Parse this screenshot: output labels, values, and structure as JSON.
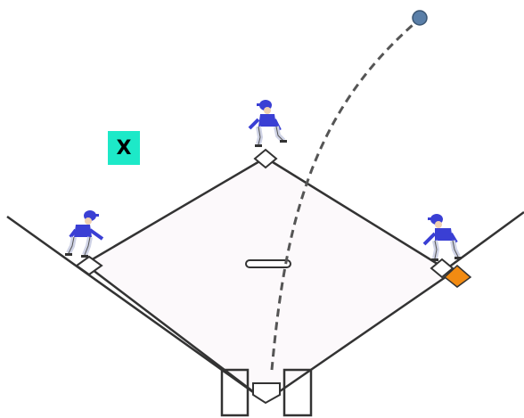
{
  "marker": {
    "label": "X",
    "color": "#1de9c8"
  },
  "colors": {
    "infield": "#fcf9fb",
    "lines": "#333333",
    "flight_path": "#555555",
    "ball": "#5a7fa8",
    "highlight_base": "#f28b12",
    "jersey": "#3a3fd4",
    "pants": "#ffffff"
  },
  "players": [
    {
      "position": "first-base",
      "icon": "fielder-crouching-icon"
    },
    {
      "position": "second-base",
      "icon": "fielder-crouching-icon"
    },
    {
      "position": "third-base",
      "icon": "fielder-crouching-icon"
    }
  ],
  "objects": [
    {
      "name": "bat",
      "icon": "bat-icon"
    },
    {
      "name": "ball",
      "icon": "ball-icon"
    }
  ]
}
